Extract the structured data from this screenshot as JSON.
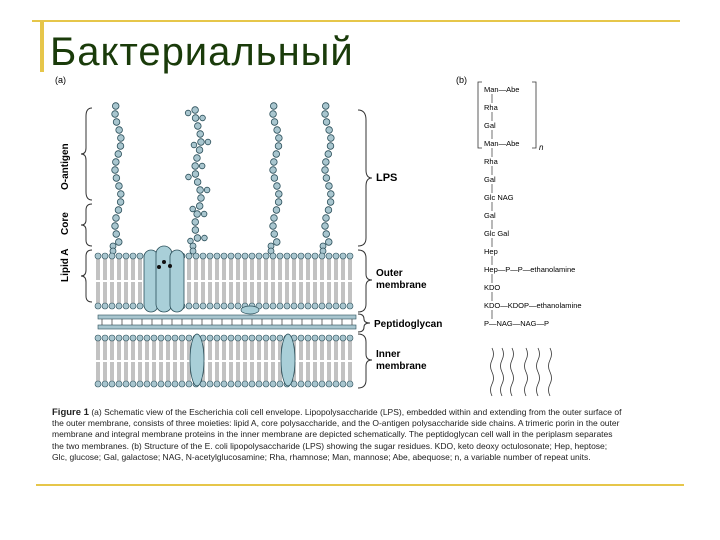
{
  "slide_title": "Бактериальный",
  "figure": {
    "panel_a_label": "(a)",
    "panel_b_label": "(b)",
    "side_labels": {
      "o_antigen": "O-antigen",
      "core": "Core",
      "lipid_a": "Lipid A"
    },
    "right_labels": {
      "lps": "LPS",
      "outer_membrane_1": "Outer",
      "outer_membrane_2": "membrane",
      "peptidoglycan": "Peptidoglycan",
      "inner_membrane_1": "Inner",
      "inner_membrane_2": "membrane"
    },
    "lps_structure": {
      "rows": [
        "Man—Abe",
        "Rha",
        "Gal",
        "Man—Abe",
        "Rha",
        "Gal",
        "Glc   NAG",
        "Gal",
        "Glc   Gal",
        "Hep",
        "Hep—P—P—ethanolamine",
        "KDO",
        "KDO—KDOP—ethanolamine",
        "P—NAG—NAG—P"
      ],
      "repeat_label": "n"
    },
    "caption": {
      "figure_number": "Figure 1",
      "text": "(a) Schematic view of the Escherichia coli cell envelope. Lipopolysaccharide (LPS), embedded within and extending from the outer surface of the outer membrane, consists of three moieties: lipid A, core polysaccharide, and the O-antigen polysaccharide side chains. A trimeric porin in the outer membrane and integral membrane proteins in the inner membrane are depicted schematically. The peptidoglycan cell wall in the periplasm separates the two membranes. (b) Structure of the E. coli lipopolysaccharide (LPS) showing the sugar residues. KDO, keto deoxy octulosonate; Hep, heptose; Glc, glucose; Gal, galactose; NAG, N-acetylglucosamine; Rha, rhamnose; Man, mannose; Abe, abequose; n, a variable number of repeat units."
    }
  }
}
